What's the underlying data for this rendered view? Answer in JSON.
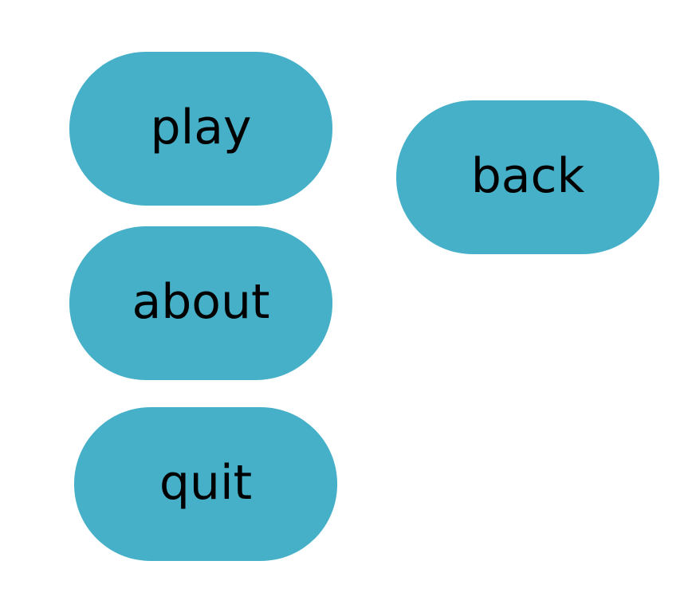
{
  "theme": {
    "button_color": "#46b0c9",
    "text_color": "#000000",
    "background": "#ffffff"
  },
  "main_menu": {
    "play_label": "play",
    "about_label": "about",
    "quit_label": "quit"
  },
  "sub_menu": {
    "back_label": "back"
  }
}
